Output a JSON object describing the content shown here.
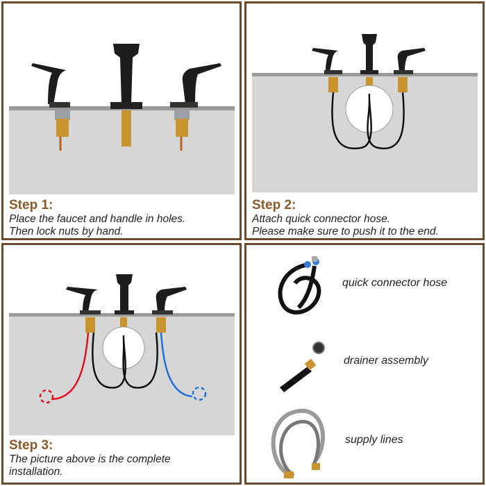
{
  "steps": [
    {
      "title": "Step 1:",
      "line1": "Place the faucet and handle in holes.",
      "line2": "Then lock nuts by hand."
    },
    {
      "title": "Step 2:",
      "line1": "Attach quick connector hose.",
      "line2": "Please make sure to push it to the end."
    },
    {
      "title": "Step 3:",
      "line1": "The picture above is the complete",
      "line2": "installation."
    }
  ],
  "parts": [
    {
      "label": "quick connector hose"
    },
    {
      "label": "drainer assembly"
    },
    {
      "label": "supply lines"
    }
  ],
  "colors": {
    "border": "#6b4a2b",
    "step_title": "#8b5a2b",
    "countertop": "#d6d6d6",
    "counter_edge": "#9a9a9a",
    "faucet": "#1c1c1c",
    "brass": "#c9932e",
    "hot_line": "#e0141e",
    "cold_line": "#1e6fe0",
    "hose": "#111111"
  }
}
